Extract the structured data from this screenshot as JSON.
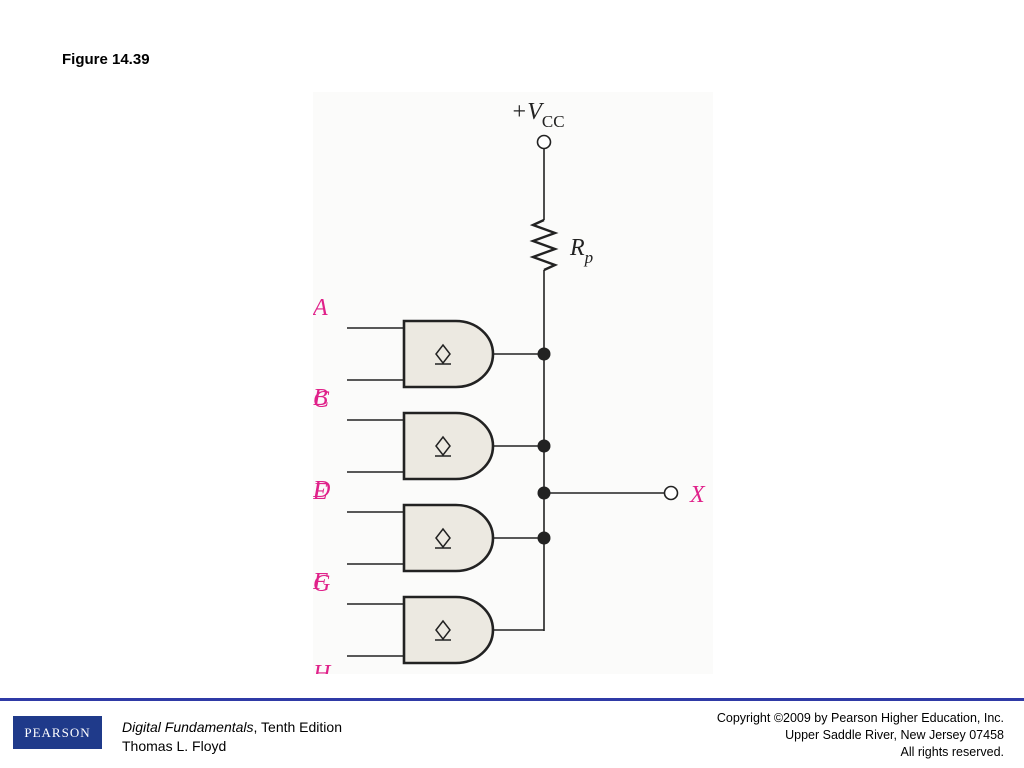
{
  "figure": {
    "title": "Figure 14.39"
  },
  "circuit": {
    "supply": {
      "prefix": "+V",
      "subscript": "CC"
    },
    "resistor": {
      "symbol": "R",
      "subscript": "p"
    },
    "output": "X",
    "gates": [
      {
        "inputs": [
          "A",
          "B"
        ]
      },
      {
        "inputs": [
          "C",
          "D"
        ]
      },
      {
        "inputs": [
          "E",
          "F"
        ]
      },
      {
        "inputs": [
          "G",
          "H"
        ]
      }
    ],
    "colors": {
      "input_label": "#e0218a",
      "gate_fill": "#ece9e1",
      "wire": "#222222"
    }
  },
  "footer": {
    "logo": "PEARSON",
    "book_title": "Digital Fundamentals",
    "edition": ", Tenth Edition",
    "author": "Thomas L. Floyd",
    "copyright_line1": "Copyright ©2009 by Pearson Higher Education, Inc.",
    "copyright_line2": "Upper Saddle River, New Jersey 07458",
    "copyright_line3": "All rights reserved."
  }
}
